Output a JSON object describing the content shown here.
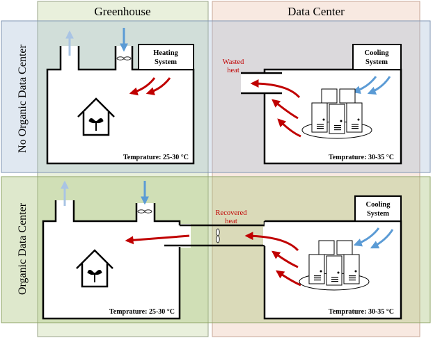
{
  "columns": {
    "greenhouse": "Greenhouse",
    "datacenter": "Data Center"
  },
  "rows": {
    "top": "No Organic Data Center",
    "bottom": "Organic Data Center"
  },
  "top_row": {
    "heating_line1": "Heating",
    "heating_line2": "System",
    "cooling_line1": "Cooling",
    "cooling_line2": "System",
    "wasted_line1": "Wasted",
    "wasted_line2": "heat",
    "greenhouse_temp": "Temprature: 25-30 °C",
    "datacenter_temp": "Temprature: 30-35 °C"
  },
  "bottom_row": {
    "cooling_line1": "Cooling",
    "cooling_line2": "System",
    "recovered_line1": "Recovered",
    "recovered_line2": "heat",
    "greenhouse_temp": "Temprature: 25-30 °C",
    "datacenter_temp": "Temprature: 30-35 °C"
  },
  "colors": {
    "greenhouse_bg": "#e9f0dc",
    "datacenter_bg": "#f8e9e1",
    "no_organic_row_bg": "#dfe7f1",
    "organic_row_bg": "#dbe5c6",
    "hot_arrow": "#c00000",
    "cold_arrow": "#5b9bd5",
    "exhaust_arrow": "#a9c4e4"
  }
}
